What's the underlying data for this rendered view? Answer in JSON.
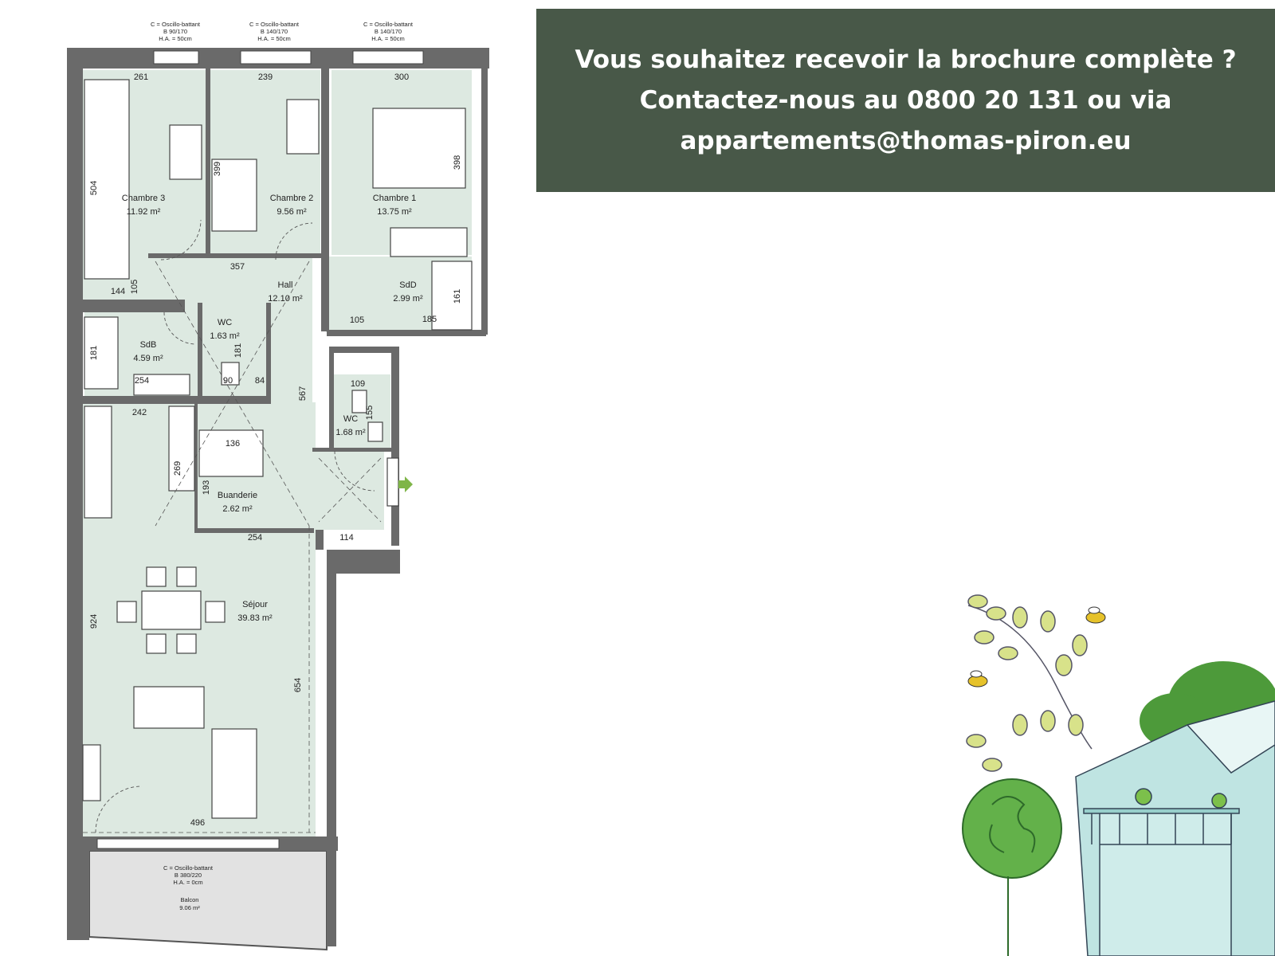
{
  "contact": {
    "line1": "Vous souhaitez recevoir la brochure complète ?",
    "line2": "Contactez-nous au 0800 20 131 ou via",
    "line3": "appartements@thomas-piron.eu"
  },
  "windows": {
    "w1": {
      "line1": "C = Oscillo-battant",
      "line2": "B 90/170",
      "line3": "H.A. = 50cm"
    },
    "w2": {
      "line1": "C = Oscillo-battant",
      "line2": "B 140/170",
      "line3": "H.A. = 50cm"
    },
    "w3": {
      "line1": "C = Oscillo-battant",
      "line2": "B 140/170",
      "line3": "H.A. = 50cm"
    },
    "w4": {
      "line1": "C = Oscillo-battant",
      "line2": "B 380/220",
      "line3": "H.A. = 0cm"
    }
  },
  "rooms": {
    "chambre3": {
      "name": "Chambre 3",
      "area": "11.92 m²"
    },
    "chambre2": {
      "name": "Chambre 2",
      "area": "9.56 m²"
    },
    "chambre1": {
      "name": "Chambre 1",
      "area": "13.75 m²"
    },
    "hall": {
      "name": "Hall",
      "area": "12.10 m²"
    },
    "sdd": {
      "name": "SdD",
      "area": "2.99 m²"
    },
    "sdb": {
      "name": "SdB",
      "area": "4.59 m²"
    },
    "wc1": {
      "name": "WC",
      "area": "1.63 m²"
    },
    "wc2": {
      "name": "WC",
      "area": "1.68 m²"
    },
    "buanderie": {
      "name": "Buanderie",
      "area": "2.62 m²"
    },
    "sejour": {
      "name": "Séjour",
      "area": "39.83 m²"
    },
    "balcon": {
      "name": "Balcon",
      "area": "9.06 m²"
    }
  },
  "dimensions": {
    "d261": "261",
    "d239": "239",
    "d300": "300",
    "d504": "504",
    "d399": "399",
    "d398": "398",
    "d357": "357",
    "d144": "144",
    "d105a": "105",
    "d105b": "105",
    "d185": "185",
    "d161": "161",
    "d181a": "181",
    "d181b": "181",
    "d254a": "254",
    "d90": "90",
    "d84": "84",
    "d109": "109",
    "d155": "155",
    "d242": "242",
    "d567": "567",
    "d136": "136",
    "d269": "269",
    "d193": "193",
    "d254b": "254",
    "d114": "114",
    "d924": "924",
    "d654": "654",
    "d496": "496"
  },
  "colors": {
    "room_fill": "#dde9e1",
    "wall": "#555555",
    "cta_bg": "#485848",
    "entry_arrow": "#7fb548"
  },
  "icons": [
    "entry-arrow-icon",
    "leaf-branch-icon",
    "bee-icon",
    "tree-icon",
    "house-icon"
  ]
}
